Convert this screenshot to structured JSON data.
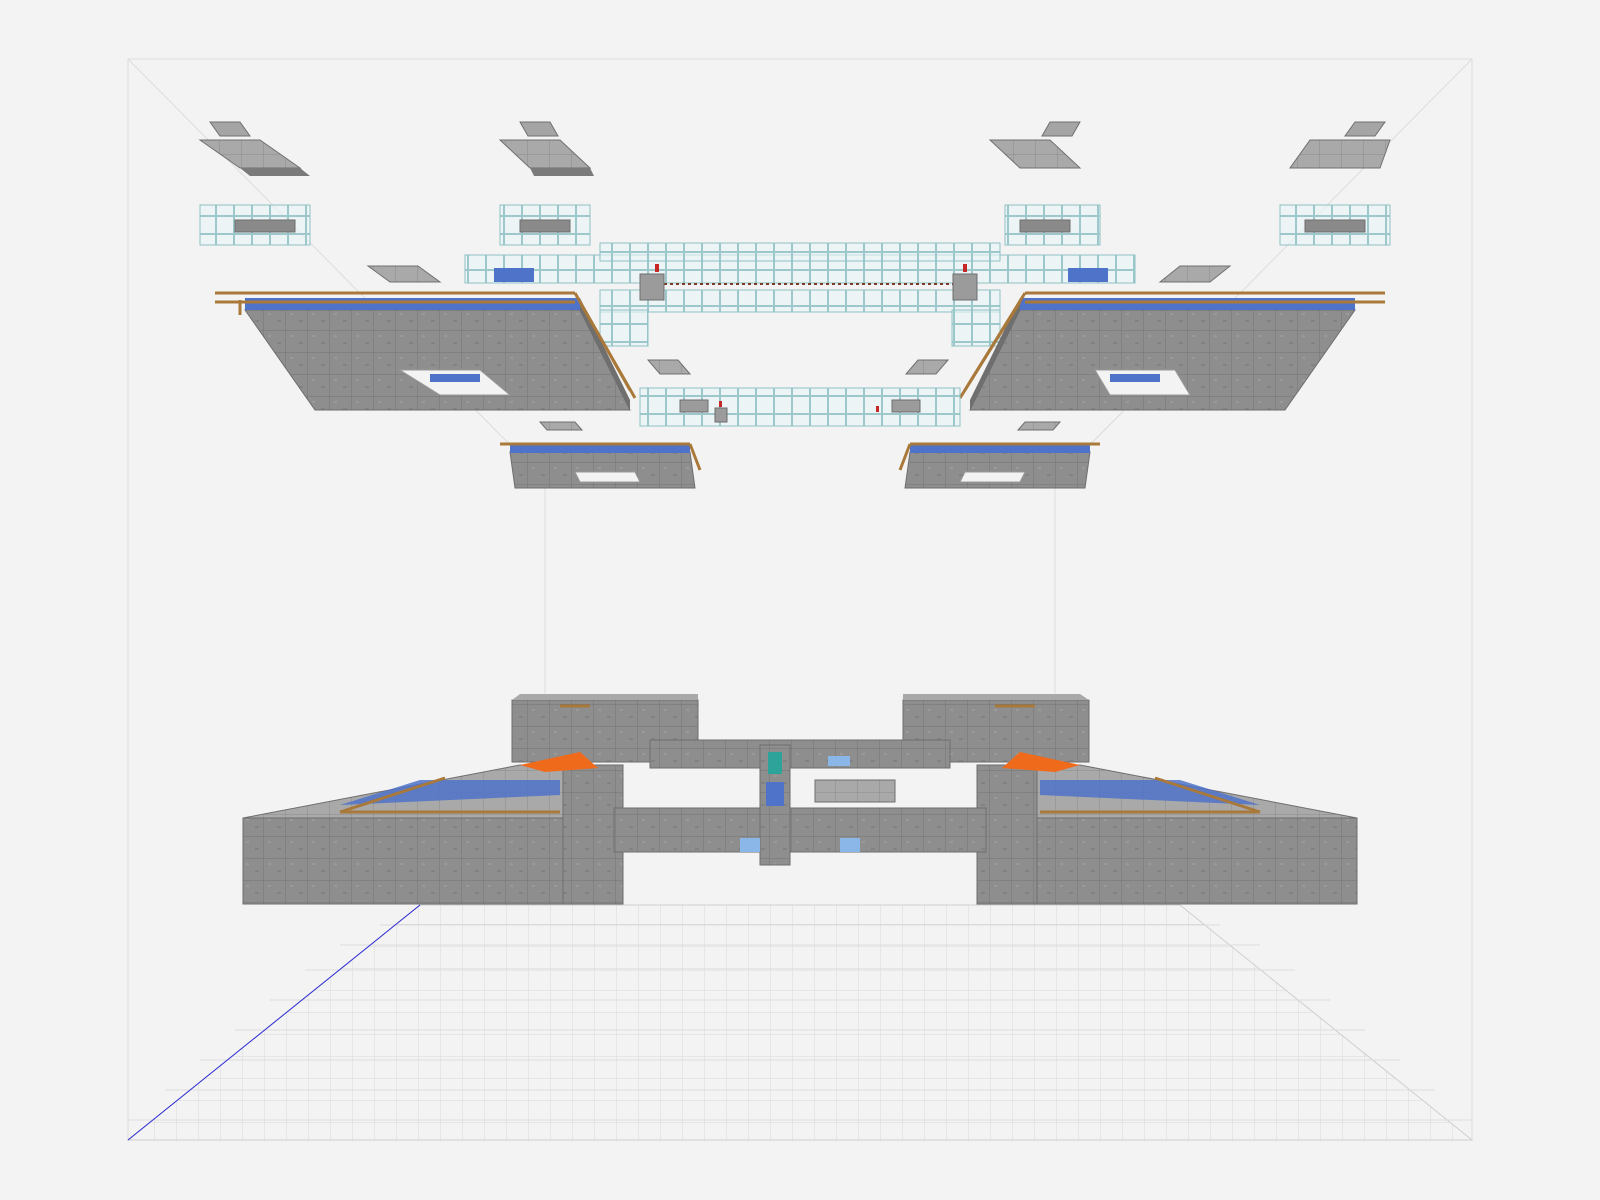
{
  "app": {
    "view": "3d-schematic-viewer",
    "background_color": "#f3f3f3"
  },
  "scene": {
    "structure": "symmetric-farm-build",
    "materials": [
      {
        "name": "stone",
        "color": "#8c8c8c"
      },
      {
        "name": "glass",
        "color": "#bfe3e8"
      },
      {
        "name": "water",
        "color": "#4f73c9"
      },
      {
        "name": "fence",
        "color": "#a8793a"
      },
      {
        "name": "redstone-torch",
        "color": "#c62828"
      },
      {
        "name": "lava",
        "color": "#f06a1c"
      },
      {
        "name": "prismarine",
        "color": "#2ea39a"
      }
    ],
    "axis_colors": {
      "x": "#2b2bd6",
      "grid": "#d6d6d6"
    },
    "groups": [
      {
        "name": "top-stone-slabs"
      },
      {
        "name": "glass-frames"
      },
      {
        "name": "upper-platform-left"
      },
      {
        "name": "upper-platform-right"
      },
      {
        "name": "glass-bridge"
      },
      {
        "name": "lower-platform-left"
      },
      {
        "name": "lower-platform-right"
      },
      {
        "name": "ground-base"
      },
      {
        "name": "ground-grid"
      }
    ]
  }
}
